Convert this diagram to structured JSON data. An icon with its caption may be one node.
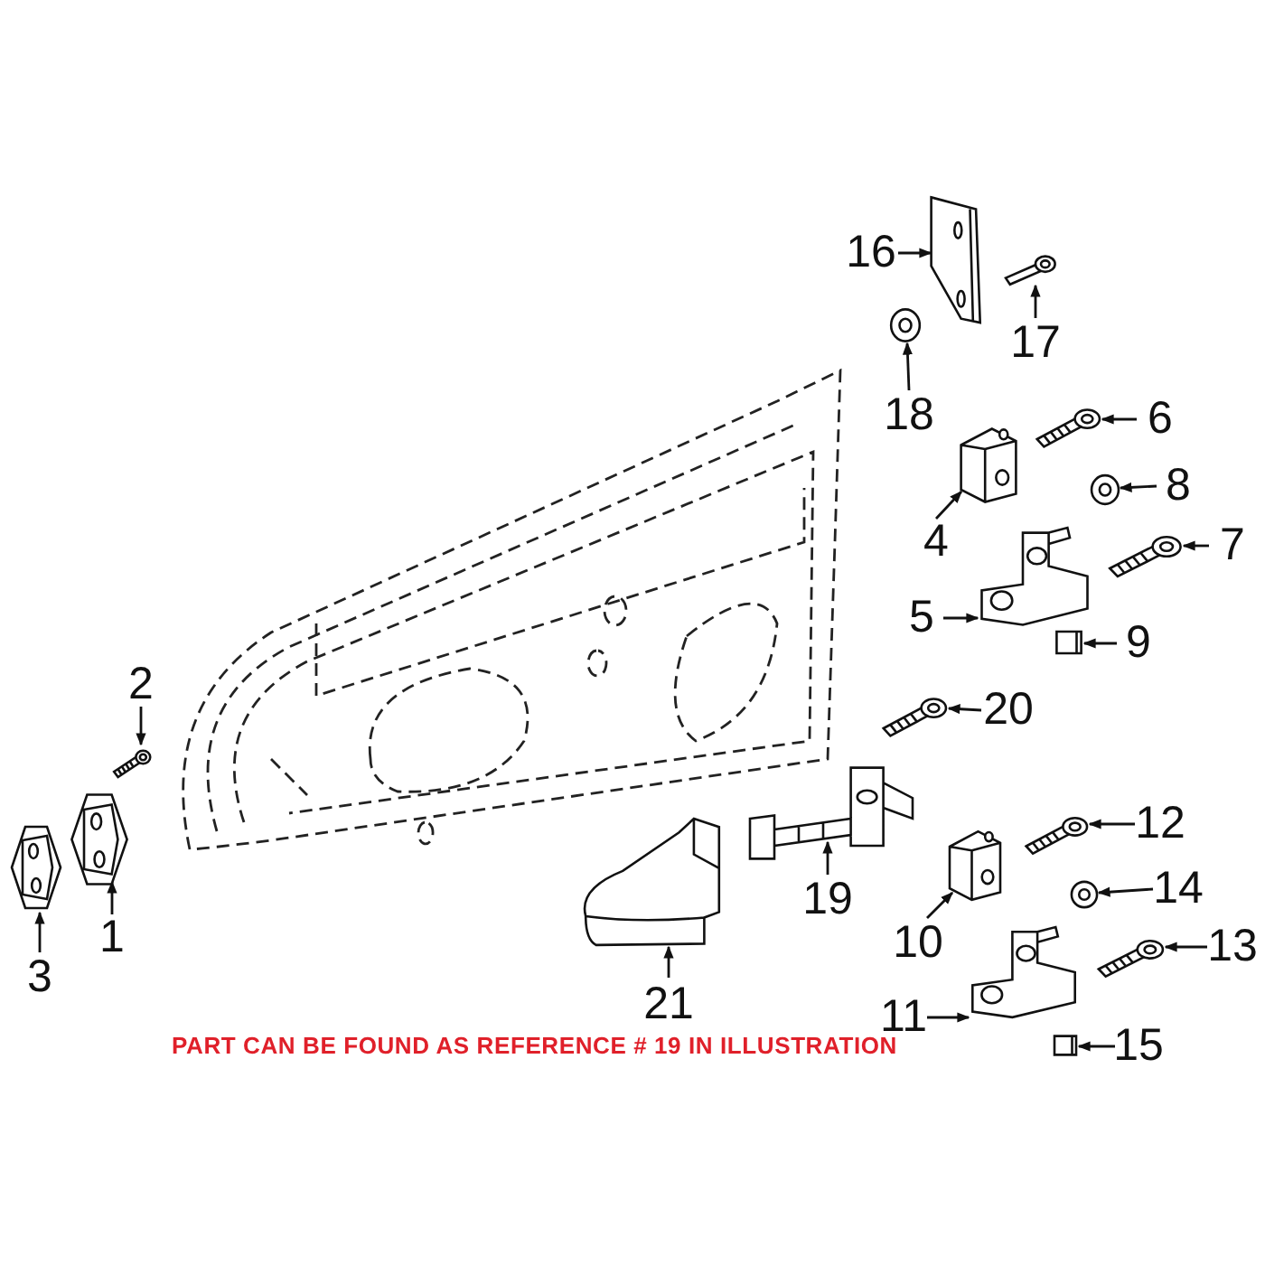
{
  "diagram": {
    "nodes": [
      {
        "text": [
          "1"
        ]
      },
      {
        "text": [
          "2"
        ]
      },
      {
        "text": [
          "3"
        ]
      },
      {
        "text": [
          "4"
        ]
      },
      {
        "text": [
          "5"
        ]
      },
      {
        "text": [
          "6"
        ]
      },
      {
        "text": [
          "7"
        ]
      },
      {
        "text": [
          "8"
        ]
      },
      {
        "text": [
          "9"
        ]
      },
      {
        "text": [
          "10"
        ]
      },
      {
        "text": [
          "11"
        ]
      },
      {
        "text": [
          "12"
        ]
      },
      {
        "text": [
          "13"
        ]
      },
      {
        "text": [
          "14"
        ]
      },
      {
        "text": [
          "15"
        ]
      },
      {
        "text": [
          "16"
        ]
      },
      {
        "text": [
          "17"
        ]
      },
      {
        "text": [
          "18"
        ]
      },
      {
        "text": [
          "19"
        ]
      },
      {
        "text": [
          "20"
        ]
      },
      {
        "text": [
          "21"
        ]
      },
      {
        "text": [],
        "shape": "picture"
      },
      {
        "text": [],
        "shape": "picture"
      },
      {
        "text": [],
        "shape": "picture"
      },
      {
        "text": [],
        "shape": "picture"
      },
      {
        "text": [],
        "shape": "picture"
      },
      {
        "text": [],
        "shape": "picture"
      },
      {
        "text": [],
        "shape": "picture"
      },
      {
        "text": [],
        "shape": "picture"
      },
      {
        "text": [],
        "shape": "picture"
      },
      {
        "text": [],
        "shape": "picture"
      },
      {
        "text": [],
        "shape": "picture"
      },
      {
        "text": [],
        "shape": "picture"
      },
      {
        "text": [],
        "shape": "picture"
      },
      {
        "text": [],
        "shape": "picture"
      },
      {
        "text": [],
        "shape": "picture"
      },
      {
        "text": [],
        "shape": "picture"
      },
      {
        "text": [],
        "shape": "picture"
      },
      {
        "text": [],
        "shape": "picture"
      },
      {
        "text": [],
        "shape": "picture"
      },
      {
        "text": [],
        "shape": "picture"
      },
      {
        "text": [],
        "shape": "picture"
      }
    ],
    "edges": [
      {
        "from": 0,
        "to": 21,
        "arrow": "to"
      },
      {
        "from": 1,
        "to": 22,
        "arrow": "to"
      },
      {
        "from": 2,
        "to": 23,
        "arrow": "to"
      },
      {
        "from": 3,
        "to": 24,
        "arrow": "to"
      },
      {
        "from": 4,
        "to": 25,
        "arrow": "to"
      },
      {
        "from": 5,
        "to": 26,
        "arrow": "to"
      },
      {
        "from": 6,
        "to": 27,
        "arrow": "to"
      },
      {
        "from": 7,
        "to": 28,
        "arrow": "to"
      },
      {
        "from": 8,
        "to": 29,
        "arrow": "to"
      },
      {
        "from": 9,
        "to": 30,
        "arrow": "to"
      },
      {
        "from": 10,
        "to": 31,
        "arrow": "to"
      },
      {
        "from": 11,
        "to": 32,
        "arrow": "to"
      },
      {
        "from": 12,
        "to": 33,
        "arrow": "to"
      },
      {
        "from": 13,
        "to": 34,
        "arrow": "to"
      },
      {
        "from": 14,
        "to": 35,
        "arrow": "to"
      },
      {
        "from": 15,
        "to": 36,
        "arrow": "to"
      },
      {
        "from": 16,
        "to": 37,
        "arrow": "to"
      },
      {
        "from": 17,
        "to": 38,
        "arrow": "to"
      },
      {
        "from": 18,
        "to": 39,
        "arrow": "to"
      },
      {
        "from": 19,
        "to": 40,
        "arrow": "to"
      },
      {
        "from": 20,
        "to": 41,
        "arrow": "to"
      }
    ],
    "labels": [
      "PART CAN BE FOUND AS REFERENCE # 19 IN ILLUSTRATION"
    ]
  }
}
